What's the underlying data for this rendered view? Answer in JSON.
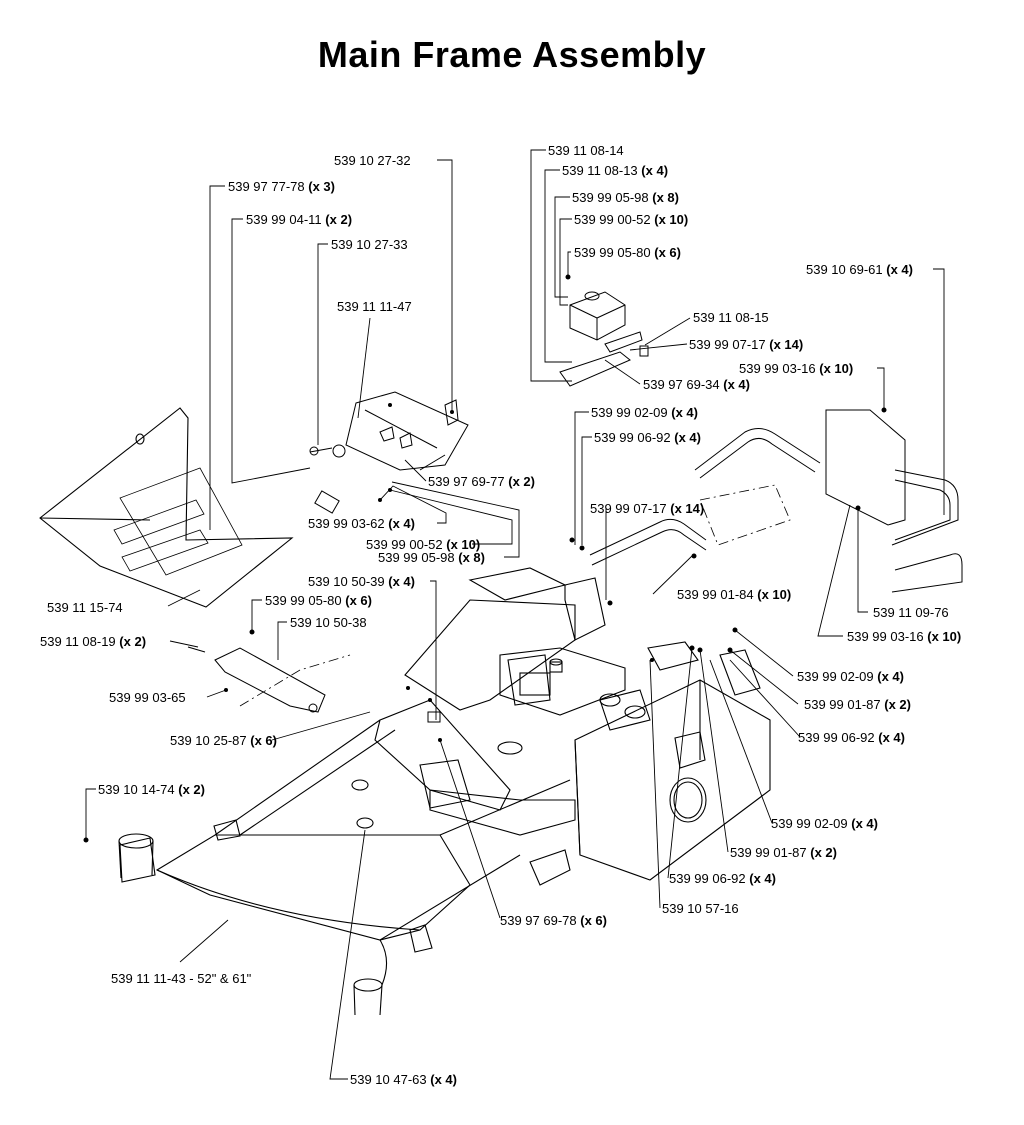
{
  "title": "Main Frame Assembly",
  "callouts": [
    {
      "part": "539 10 27-32",
      "qty": ""
    },
    {
      "part": "539 97 77-78",
      "qty": "(x 3)"
    },
    {
      "part": "539 99 04-11",
      "qty": "(x 2)"
    },
    {
      "part": "539 10 27-33",
      "qty": ""
    },
    {
      "part": "539 11 11-47",
      "qty": ""
    },
    {
      "part": "539 11 08-14",
      "qty": ""
    },
    {
      "part": "539 11 08-13",
      "qty": "(x 4)"
    },
    {
      "part": "539 99 05-98",
      "qty": "(x 8)"
    },
    {
      "part": "539 99 00-52",
      "qty": "(x 10)"
    },
    {
      "part": "539 99 05-80",
      "qty": "(x 6)"
    },
    {
      "part": "539 10 69-61",
      "qty": "(x 4)"
    },
    {
      "part": "539 11 08-15",
      "qty": ""
    },
    {
      "part": "539 99 07-17",
      "qty": "(x 14)"
    },
    {
      "part": "539 99 03-16",
      "qty": "(x 10)"
    },
    {
      "part": "539 97 69-34",
      "qty": "(x 4)"
    },
    {
      "part": "539 99 02-09",
      "qty": "(x 4)"
    },
    {
      "part": "539 99 06-92",
      "qty": "(x 4)"
    },
    {
      "part": "539 97 69-77",
      "qty": "(x 2)"
    },
    {
      "part": "539 99 07-17",
      "qty": "(x 14)"
    },
    {
      "part": "539 99 03-62",
      "qty": "(x 4)"
    },
    {
      "part": "539 99 00-52",
      "qty": "(x 10)"
    },
    {
      "part": "539 99 05-98",
      "qty": "(x 8)"
    },
    {
      "part": "539 10 50-39",
      "qty": "(x 4)"
    },
    {
      "part": "539 99 01-84",
      "qty": "(x 10)"
    },
    {
      "part": "539 11 15-74",
      "qty": ""
    },
    {
      "part": "539 99 05-80",
      "qty": "(x 6)"
    },
    {
      "part": "539 10 50-38",
      "qty": ""
    },
    {
      "part": "539 11 09-76",
      "qty": ""
    },
    {
      "part": "539 11 08-19",
      "qty": "(x 2)"
    },
    {
      "part": "539 99 03-16",
      "qty": "(x 10)"
    },
    {
      "part": "539 99 02-09",
      "qty": "(x 4)"
    },
    {
      "part": "539 99 03-65",
      "qty": ""
    },
    {
      "part": "539 99 01-87",
      "qty": "(x 2)"
    },
    {
      "part": "539 10 25-87",
      "qty": "(x 6)"
    },
    {
      "part": "539 99 06-92",
      "qty": "(x 4)"
    },
    {
      "part": "539 10 14-74",
      "qty": "(x 2)"
    },
    {
      "part": "539 99 02-09",
      "qty": "(x 4)"
    },
    {
      "part": "539 99 01-87",
      "qty": "(x 2)"
    },
    {
      "part": "539 99 06-92",
      "qty": "(x 4)"
    },
    {
      "part": "539 10 57-16",
      "qty": ""
    },
    {
      "part": "539 97 69-78",
      "qty": "(x 6)"
    },
    {
      "part": "539 11 11-43 - 52\" & 61\"",
      "qty": ""
    },
    {
      "part": "539 10 47-63",
      "qty": "(x 4)"
    }
  ]
}
